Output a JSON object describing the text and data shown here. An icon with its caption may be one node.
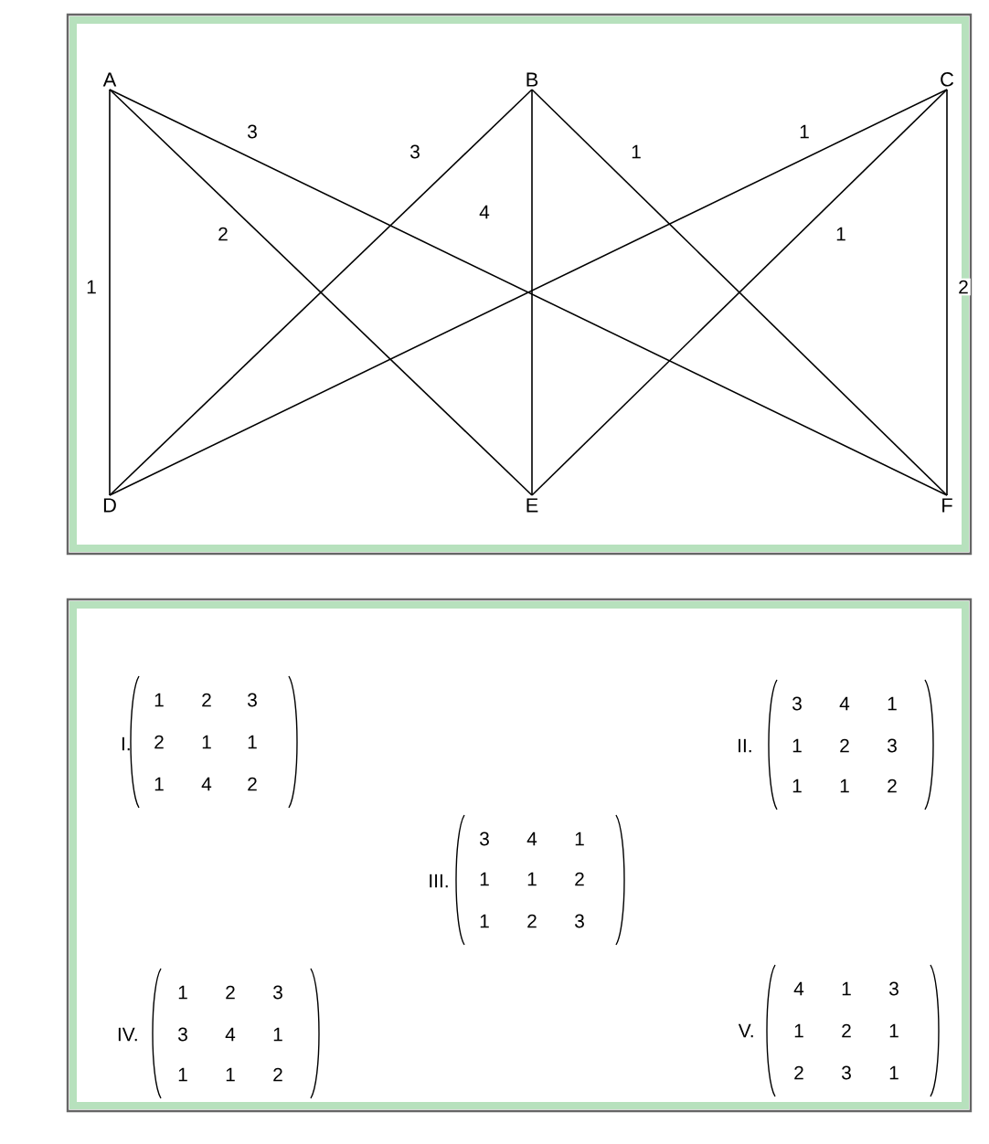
{
  "diagram": {
    "nodes": [
      {
        "text": [
          "A"
        ]
      },
      {
        "text": [
          "B"
        ]
      },
      {
        "text": [
          "C"
        ]
      },
      {
        "text": [
          "D"
        ]
      },
      {
        "text": [
          "E"
        ]
      },
      {
        "text": [
          "F"
        ]
      }
    ],
    "edges": [
      {
        "from": 0,
        "to": 3,
        "arrow": "none",
        "label": "1"
      },
      {
        "from": 0,
        "to": 4,
        "arrow": "none",
        "label": "2"
      },
      {
        "from": 0,
        "to": 5,
        "arrow": "none",
        "label": "3"
      },
      {
        "from": 1,
        "to": 3,
        "arrow": "none",
        "label": "3"
      },
      {
        "from": 1,
        "to": 4,
        "arrow": "none",
        "label": "4"
      },
      {
        "from": 1,
        "to": 5,
        "arrow": "none",
        "label": "1"
      },
      {
        "from": 2,
        "to": 3,
        "arrow": "none",
        "label": "1"
      },
      {
        "from": 2,
        "to": 4,
        "arrow": "none",
        "label": "1"
      },
      {
        "from": 2,
        "to": 5,
        "arrow": "none",
        "label": "2"
      }
    ],
    "labels": [
      "I.",
      "1",
      "2",
      "3",
      "2",
      "1",
      "1",
      "1",
      "4",
      "2",
      "II.",
      "3",
      "4",
      "1",
      "1",
      "2",
      "3",
      "1",
      "1",
      "2",
      "III.",
      "3",
      "4",
      "1",
      "1",
      "1",
      "2",
      "1",
      "2",
      "3",
      "IV.",
      "1",
      "2",
      "3",
      "3",
      "4",
      "1",
      "1",
      "1",
      "2",
      "V.",
      "4",
      "1",
      "3",
      "1",
      "2",
      "1",
      "2",
      "3",
      "1"
    ]
  }
}
